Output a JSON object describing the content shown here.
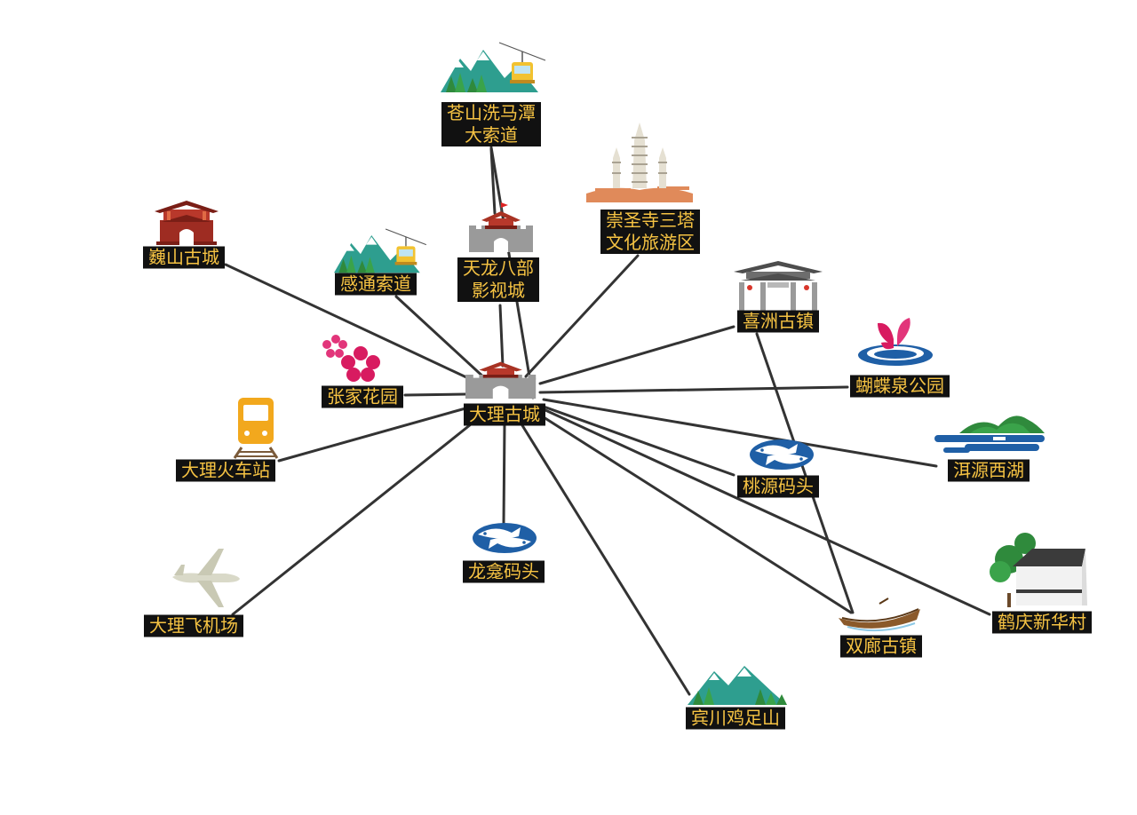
{
  "diagram": {
    "hub": {
      "id": "dali",
      "lines": [
        "大理古城"
      ]
    },
    "nodes": [
      {
        "id": "cangshan",
        "lines": [
          "苍山洗马潭",
          "大索道"
        ],
        "icon": "cable-car-mountain-icon"
      },
      {
        "id": "chongsheng",
        "lines": [
          "崇圣寺三塔",
          "文化旅游区"
        ],
        "icon": "three-pagodas-icon"
      },
      {
        "id": "weishan",
        "lines": [
          "巍山古城"
        ],
        "icon": "city-gate-tower-icon"
      },
      {
        "id": "gantong",
        "lines": [
          "感通索道"
        ],
        "icon": "cable-car-mountain-icon"
      },
      {
        "id": "tianlong",
        "lines": [
          "天龙八部",
          "影视城"
        ],
        "icon": "city-wall-gate-icon"
      },
      {
        "id": "xizhou",
        "lines": [
          "喜洲古镇"
        ],
        "icon": "memorial-archway-icon"
      },
      {
        "id": "hudie",
        "lines": [
          "蝴蝶泉公园"
        ],
        "icon": "butterfly-spring-icon"
      },
      {
        "id": "zhangjia",
        "lines": [
          "张家花园"
        ],
        "icon": "flower-icon"
      },
      {
        "id": "huoche",
        "lines": [
          "大理火车站"
        ],
        "icon": "train-icon"
      },
      {
        "id": "eryuan",
        "lines": [
          "洱源西湖"
        ],
        "icon": "lake-hills-icon"
      },
      {
        "id": "taoyuan",
        "lines": [
          "桃源码头"
        ],
        "icon": "fish-pier-icon"
      },
      {
        "id": "longkan",
        "lines": [
          "龙龛码头"
        ],
        "icon": "fish-pier-icon"
      },
      {
        "id": "feiji",
        "lines": [
          "大理飞机场"
        ],
        "icon": "airplane-icon"
      },
      {
        "id": "heqing",
        "lines": [
          "鹤庆新华村"
        ],
        "icon": "village-house-icon"
      },
      {
        "id": "shuanglang",
        "lines": [
          "双廊古镇"
        ],
        "icon": "wooden-boat-icon"
      },
      {
        "id": "jizu",
        "lines": [
          "宾川鸡足山"
        ],
        "icon": "mountain-icon"
      }
    ],
    "edges": [
      [
        "dali",
        "cangshan"
      ],
      [
        "dali",
        "chongsheng"
      ],
      [
        "dali",
        "weishan"
      ],
      [
        "dali",
        "gantong"
      ],
      [
        "dali",
        "tianlong"
      ],
      [
        "dali",
        "xizhou"
      ],
      [
        "dali",
        "hudie"
      ],
      [
        "dali",
        "zhangjia"
      ],
      [
        "dali",
        "huoche"
      ],
      [
        "dali",
        "eryuan"
      ],
      [
        "dali",
        "taoyuan"
      ],
      [
        "dali",
        "longkan"
      ],
      [
        "dali",
        "feiji"
      ],
      [
        "dali",
        "heqing"
      ],
      [
        "dali",
        "shuanglang"
      ],
      [
        "dali",
        "jizu"
      ],
      [
        "xizhou",
        "shuanglang"
      ],
      [
        "cangshan",
        "tianlong"
      ]
    ],
    "colors": {
      "edge": "#333333",
      "label_bg": "#111111",
      "label_text": "#f6c343",
      "mountain": "#2e9e8f",
      "tree": "#2f8a3c",
      "gate": "#a83223",
      "wall": "#9a9a9a",
      "fish": "#1f5fa6",
      "flower": "#e2357a",
      "train": "#f2a81d",
      "plane": "#d9d9c8",
      "boat": "#8b5a2b"
    }
  }
}
